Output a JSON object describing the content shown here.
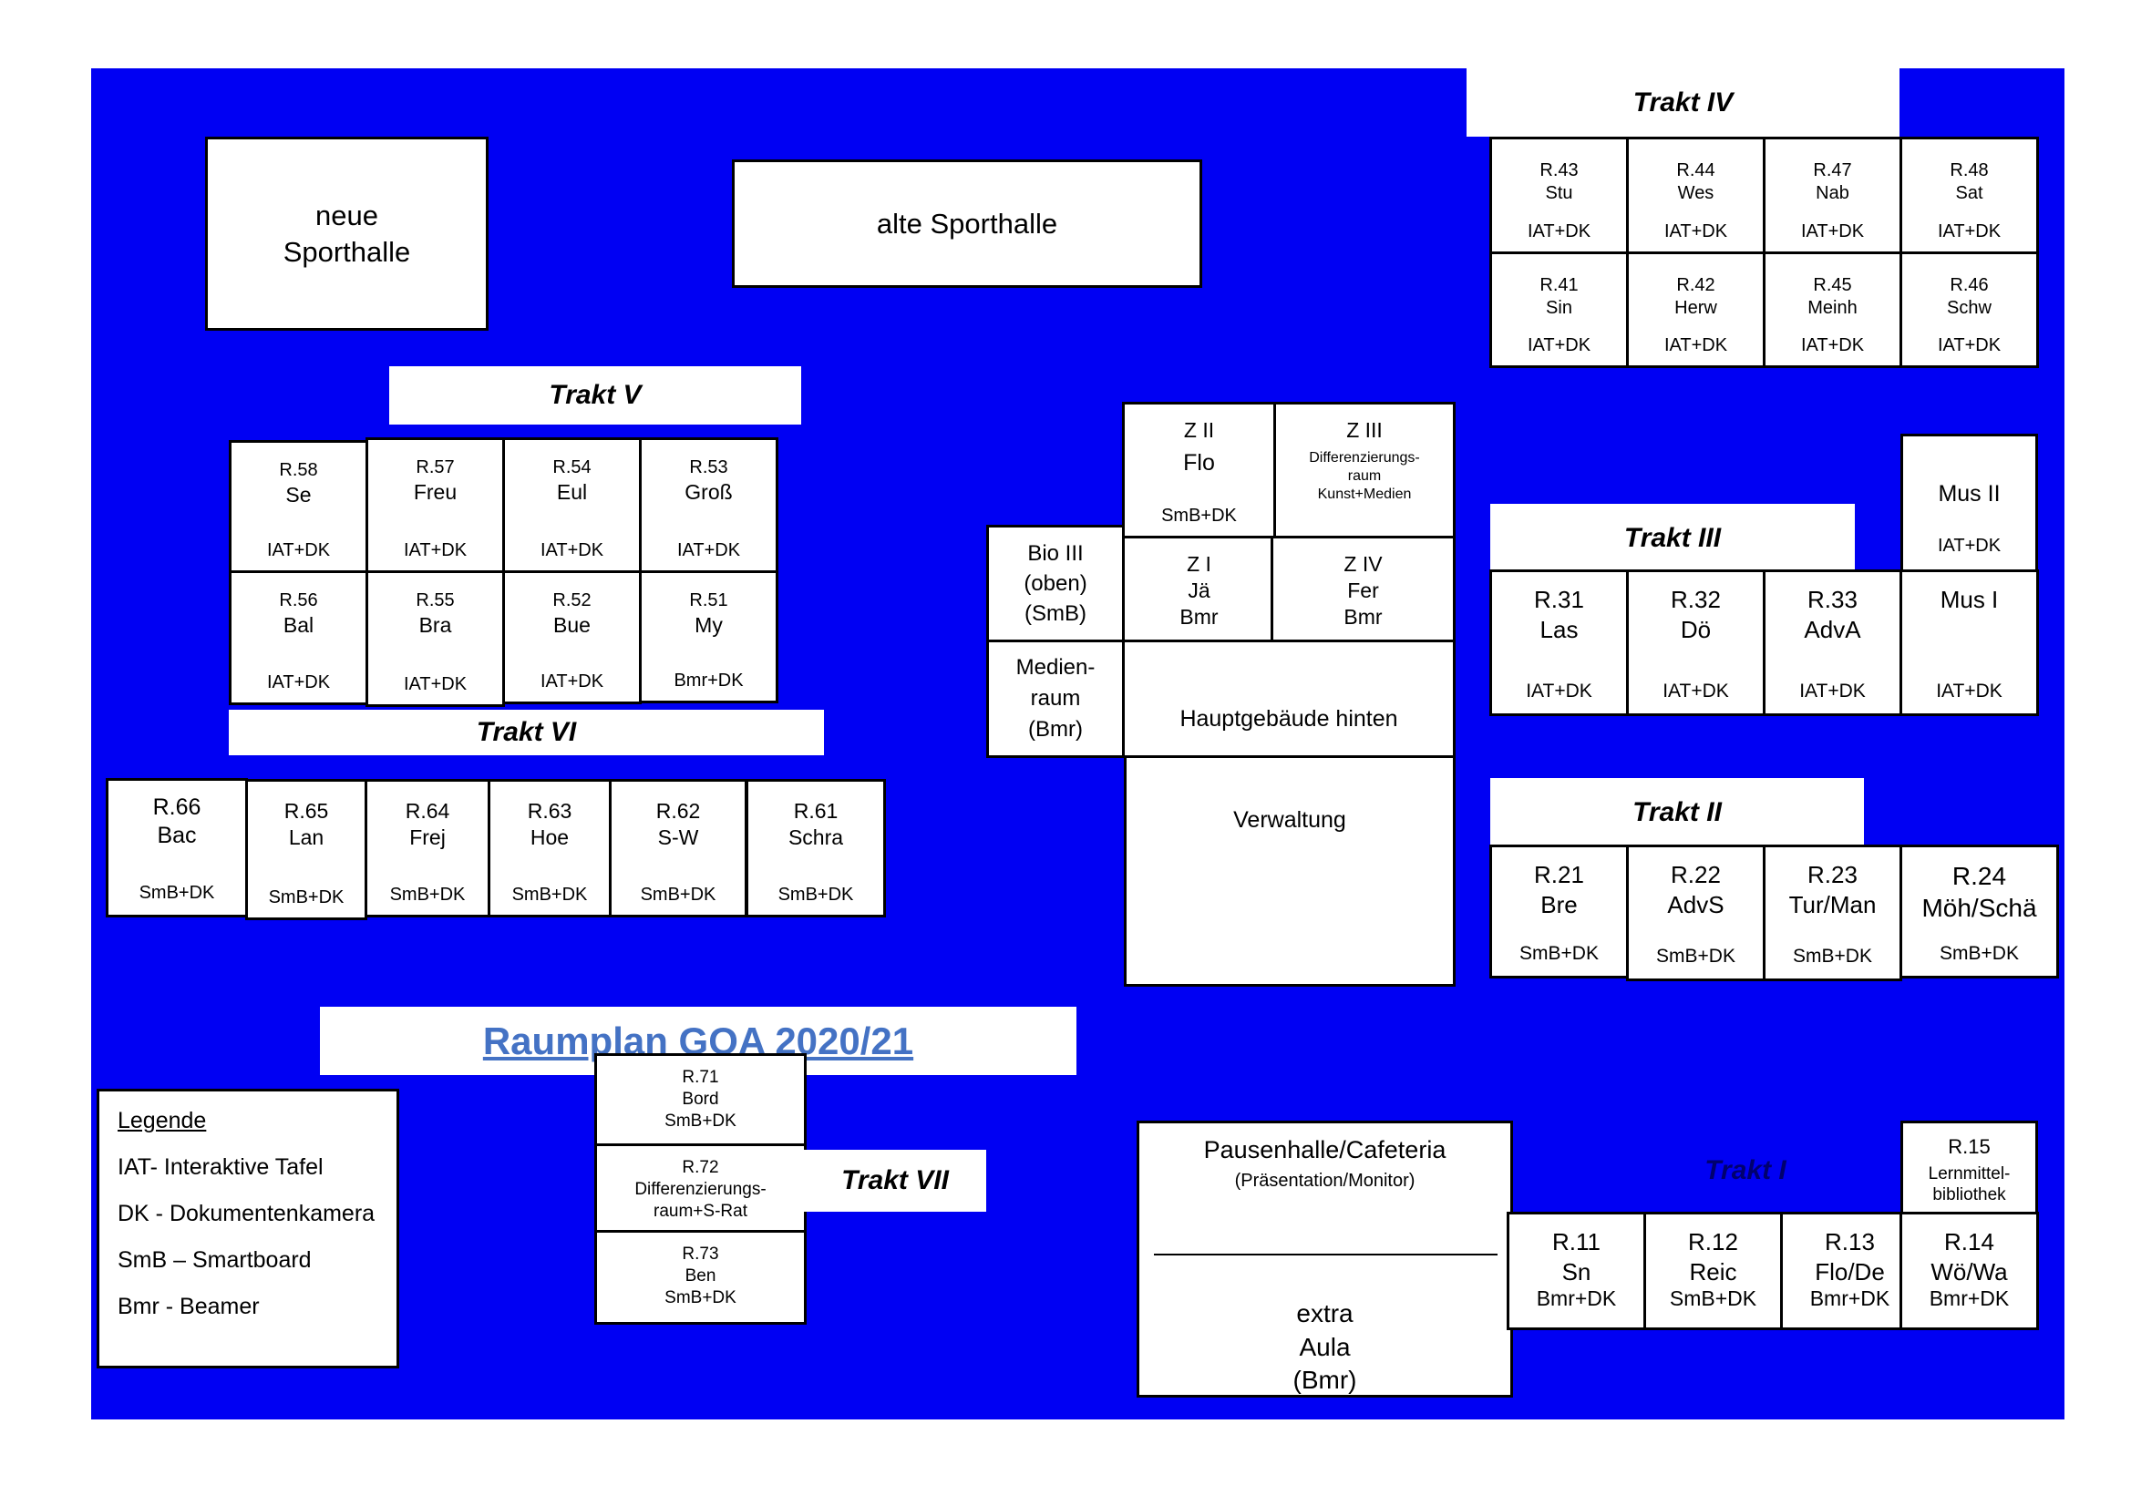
{
  "title": "Raumplan GOA 2020/21",
  "colors": {
    "background": "#0000f3",
    "title": "#4472c4",
    "box": "#ffffff",
    "border": "#000000"
  },
  "halls": {
    "neue_line1": "neue",
    "neue_line2": "Sporthalle",
    "alte": "alte Sporthalle"
  },
  "trakt_labels": {
    "i": "Trakt I",
    "ii": "Trakt II",
    "iii": "Trakt III",
    "iv": "Trakt IV",
    "v": "Trakt V",
    "vi": "Trakt VI",
    "vii": "Trakt VII"
  },
  "trakt_iv": [
    {
      "room": "R.43",
      "teacher": "Stu",
      "equip": "IAT+DK"
    },
    {
      "room": "R.44",
      "teacher": "Wes",
      "equip": "IAT+DK"
    },
    {
      "room": "R.47",
      "teacher": "Nab",
      "equip": "IAT+DK"
    },
    {
      "room": "R.48",
      "teacher": "Sat",
      "equip": "IAT+DK"
    },
    {
      "room": "R.41",
      "teacher": "Sin",
      "equip": "IAT+DK"
    },
    {
      "room": "R.42",
      "teacher": "Herw",
      "equip": "IAT+DK"
    },
    {
      "room": "R.45",
      "teacher": "Meinh",
      "equip": "IAT+DK"
    },
    {
      "room": "R.46",
      "teacher": "Schw",
      "equip": "IAT+DK"
    }
  ],
  "trakt_v": [
    {
      "room": "R.58",
      "teacher": "Se",
      "equip": "IAT+DK"
    },
    {
      "room": "R.57",
      "teacher": "Freu",
      "equip": "IAT+DK"
    },
    {
      "room": "R.54",
      "teacher": "Eul",
      "equip": "IAT+DK"
    },
    {
      "room": "R.53",
      "teacher": "Groß",
      "equip": "IAT+DK"
    },
    {
      "room": "R.56",
      "teacher": "Bal",
      "equip": "IAT+DK"
    },
    {
      "room": "R.55",
      "teacher": "Bra",
      "equip": "IAT+DK"
    },
    {
      "room": "R.52",
      "teacher": "Bue",
      "equip": "IAT+DK"
    },
    {
      "room": "R.51",
      "teacher": "My",
      "equip": "Bmr+DK"
    }
  ],
  "trakt_vi": [
    {
      "room": "R.66",
      "teacher": "Bac",
      "equip": "SmB+DK"
    },
    {
      "room": "R.65",
      "teacher": "Lan",
      "equip": "SmB+DK"
    },
    {
      "room": "R.64",
      "teacher": "Frej",
      "equip": "SmB+DK"
    },
    {
      "room": "R.63",
      "teacher": "Hoe",
      "equip": "SmB+DK"
    },
    {
      "room": "R.62",
      "teacher": "S-W",
      "equip": "SmB+DK"
    },
    {
      "room": "R.61",
      "teacher": "Schra",
      "equip": "SmB+DK"
    }
  ],
  "trakt_iii": [
    {
      "room": "R.31",
      "teacher": "Las",
      "equip": "IAT+DK"
    },
    {
      "room": "R.32",
      "teacher": "Dö",
      "equip": "IAT+DK"
    },
    {
      "room": "R.33",
      "teacher": "AdvA",
      "equip": "IAT+DK"
    },
    {
      "room": "Mus I",
      "teacher": "",
      "equip": "IAT+DK"
    }
  ],
  "mus_ii": {
    "name": "Mus II",
    "equip": "IAT+DK"
  },
  "trakt_ii": [
    {
      "room": "R.21",
      "teacher": "Bre",
      "equip": "SmB+DK"
    },
    {
      "room": "R.22",
      "teacher": "AdvS",
      "equip": "SmB+DK"
    },
    {
      "room": "R.23",
      "teacher": "Tur/Man",
      "equip": "SmB+DK"
    },
    {
      "room": "R.24",
      "teacher": "Möh/Schä",
      "equip": "SmB+DK"
    }
  ],
  "trakt_i": [
    {
      "room": "R.11",
      "teacher": "Sn",
      "equip": "Bmr+DK"
    },
    {
      "room": "R.12",
      "teacher": "Reic",
      "equip": "SmB+DK"
    },
    {
      "room": "R.13",
      "teacher": "Flo/De",
      "equip": "Bmr+DK"
    },
    {
      "room": "R.14",
      "teacher": "Wö/Wa",
      "equip": "Bmr+DK"
    }
  ],
  "r15": {
    "room": "R.15",
    "line2": "Lernmittel-",
    "line3": "bibliothek"
  },
  "main": {
    "z2": {
      "name": "Z II",
      "teacher": "Flo",
      "equip": "SmB+DK"
    },
    "z3": {
      "name": "Z III",
      "line2": "Differenzierungs-",
      "line3": "raum",
      "line4": "Kunst+Medien"
    },
    "z1": {
      "name": "Z I",
      "teacher": "Jä",
      "equip": "Bmr"
    },
    "z4": {
      "name": "Z IV",
      "teacher": "Fer",
      "equip": "Bmr"
    },
    "bio": {
      "line1": "Bio III",
      "line2": "(oben)",
      "line3": "(SmB)"
    },
    "medien": {
      "line1": "Medien-",
      "line2": "raum",
      "line3": "(Bmr)"
    },
    "hinten": "Hauptgebäude hinten",
    "verwaltung": "Verwaltung"
  },
  "trakt_vii": [
    {
      "room": "R.71",
      "line2": "Bord",
      "line3": "SmB+DK"
    },
    {
      "room": "R.72",
      "line2": "Differenzierungs-",
      "line3": "raum+S-Rat"
    },
    {
      "room": "R.73",
      "line2": "Ben",
      "line3": "SmB+DK"
    }
  ],
  "pausenhalle": {
    "title": "Pausenhalle/Cafeteria",
    "subtitle": "(Präsentation/Monitor)",
    "extra": "extra",
    "aula": "Aula",
    "aula_equip": "(Bmr)"
  },
  "legend": {
    "title": "Legende",
    "items": [
      "IAT- Interaktive Tafel",
      "DK - Dokumentenkamera",
      "SmB – Smartboard",
      "Bmr - Beamer"
    ]
  }
}
